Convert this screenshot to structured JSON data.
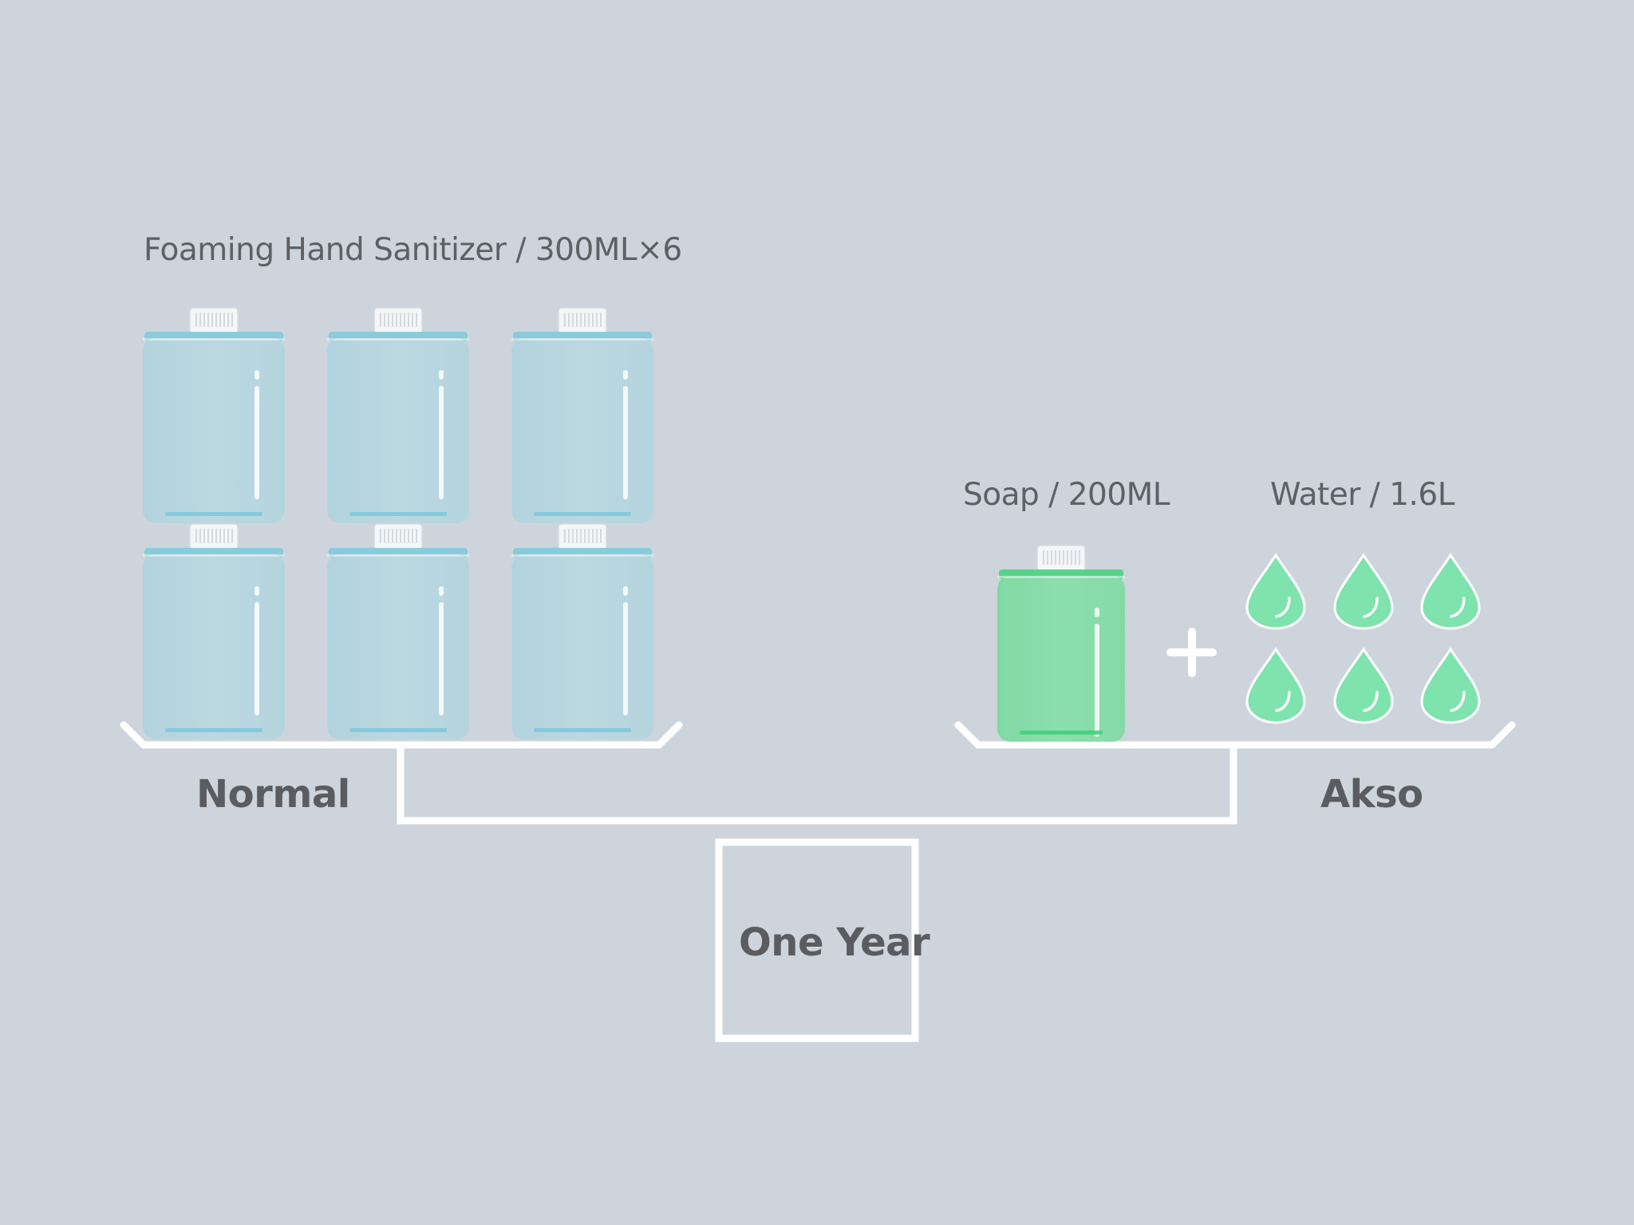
{
  "normal": {
    "product_label": "Foaming Hand Sanitizer / 300ML×6",
    "side_label": "Normal",
    "bottle_count": 6,
    "bottle_color": "#b9d6df"
  },
  "akso": {
    "soap_label": "Soap / 200ML",
    "water_label": "Water / 1.6L",
    "side_label": "Akso",
    "bottle_count": 1,
    "bottle_color": "#86dca8",
    "drop_count": 6,
    "drop_color": "#7fe3ad",
    "operator_symbol": "+"
  },
  "pivot": {
    "label": "One Year"
  },
  "colors": {
    "background": "#cdd4dc",
    "line": "#ffffff",
    "text": "#5d6064"
  }
}
